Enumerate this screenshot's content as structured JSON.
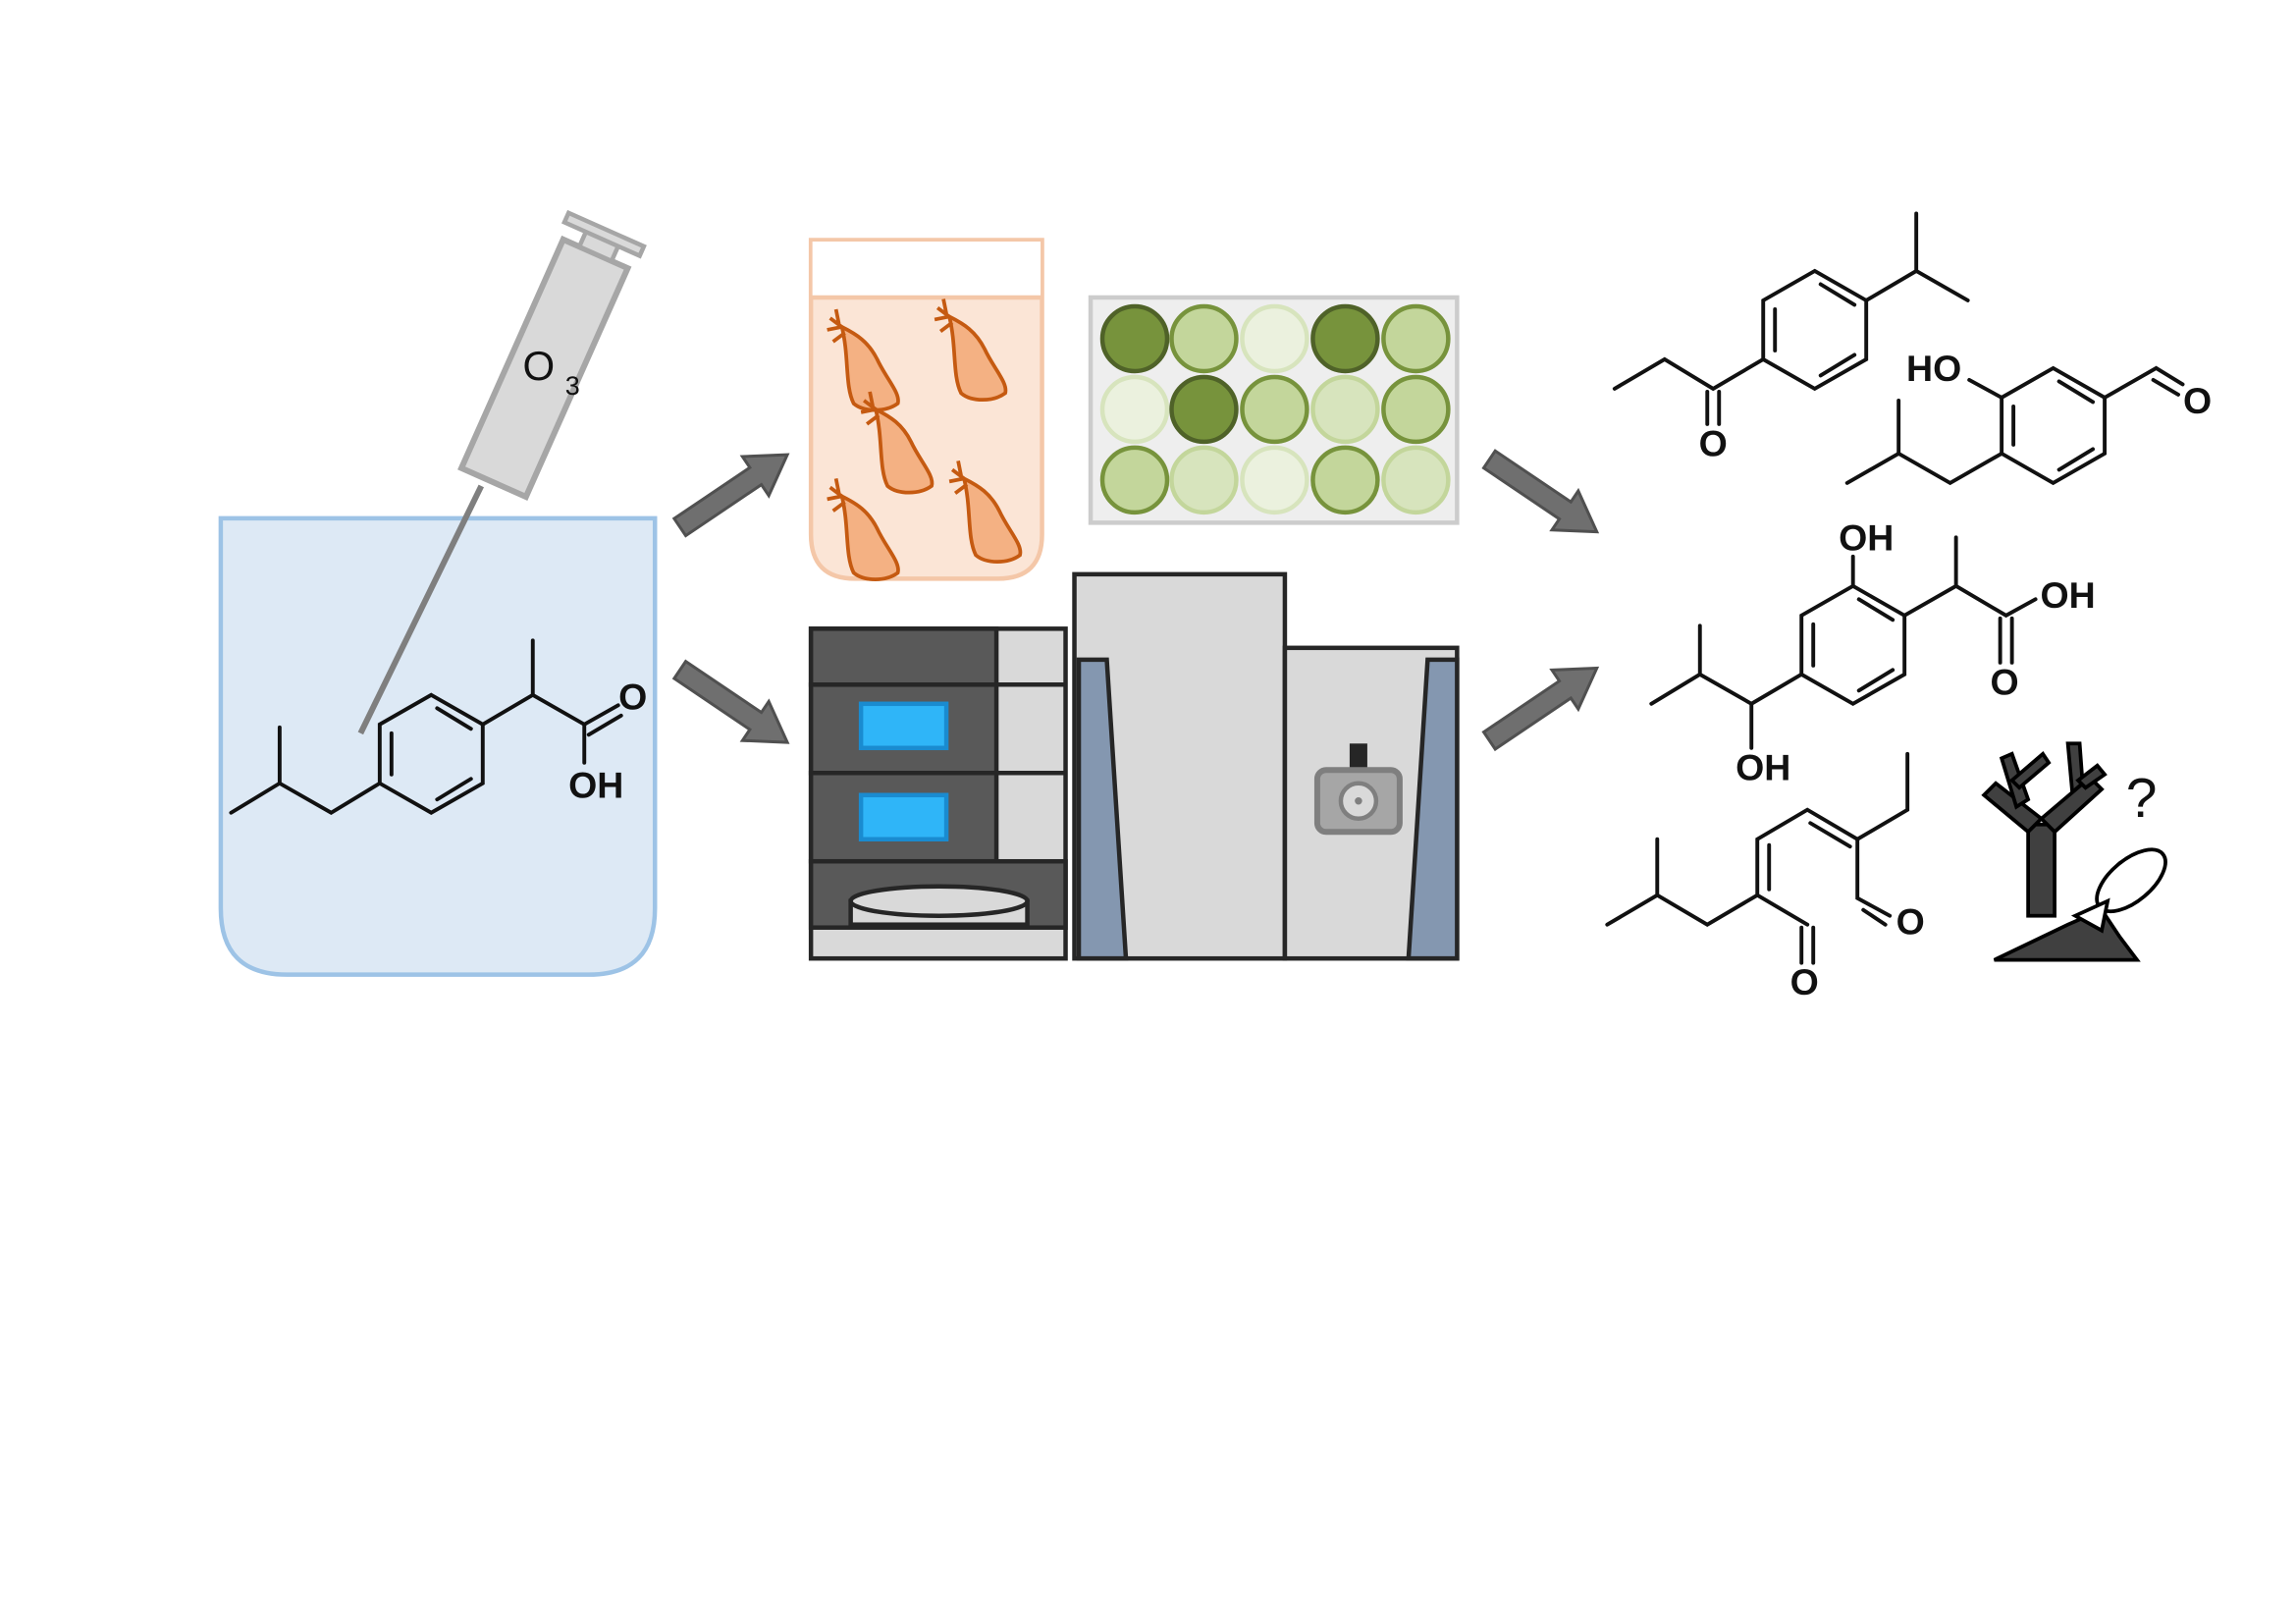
{
  "syringe": {
    "label": "O",
    "subscript": "3"
  },
  "ibuprofen": {
    "carbonyl_o": "O",
    "hydroxyl": "OH"
  },
  "products": {
    "p1": {
      "o": "O"
    },
    "p2": {
      "ho": "HO",
      "o": "O"
    },
    "p3": {
      "oh_top": "OH",
      "oh_acid": "OH",
      "o": "O",
      "oh_bottom": "OH"
    },
    "p4": {
      "o1": "O",
      "o2": "O"
    }
  },
  "eco_icon": {
    "question": "?"
  },
  "colors": {
    "beaker_fill": "#dde9f5",
    "beaker_stroke": "#9dc3e6",
    "tube_fill": "#fbe5d6",
    "tube_stroke": "#f4c7a8",
    "organism": "#f4b183",
    "organism_stroke": "#c55a11",
    "well_dark": "#77933c",
    "well_mid": "#c3d69b",
    "well_light_mid": "#d7e4bd",
    "well_light": "#ebf1de",
    "arrow": "#6f6f6f",
    "screen": "#2fb5f8",
    "panel": "#8497b0"
  }
}
